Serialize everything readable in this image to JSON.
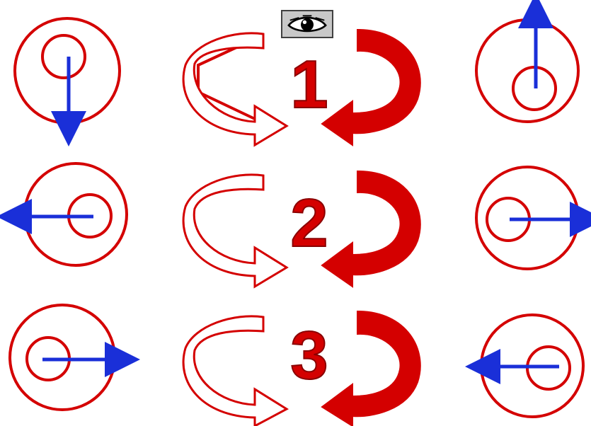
{
  "colors": {
    "red": "#d40000",
    "blue": "#1a2fd8",
    "eye_button_bg": "#c8c8c8"
  },
  "eye_button": {
    "icon": "eye-icon"
  },
  "steps": [
    {
      "number": "1",
      "left_eye": {
        "pupil": "top",
        "arrow": "down"
      },
      "right_eye": {
        "pupil": "bottom",
        "arrow": "up"
      }
    },
    {
      "number": "2",
      "left_eye": {
        "pupil": "right",
        "arrow": "left"
      },
      "right_eye": {
        "pupil": "left",
        "arrow": "right"
      }
    },
    {
      "number": "3",
      "left_eye": {
        "pupil": "left",
        "arrow": "right"
      },
      "right_eye": {
        "pupil": "right",
        "arrow": "left"
      }
    }
  ]
}
